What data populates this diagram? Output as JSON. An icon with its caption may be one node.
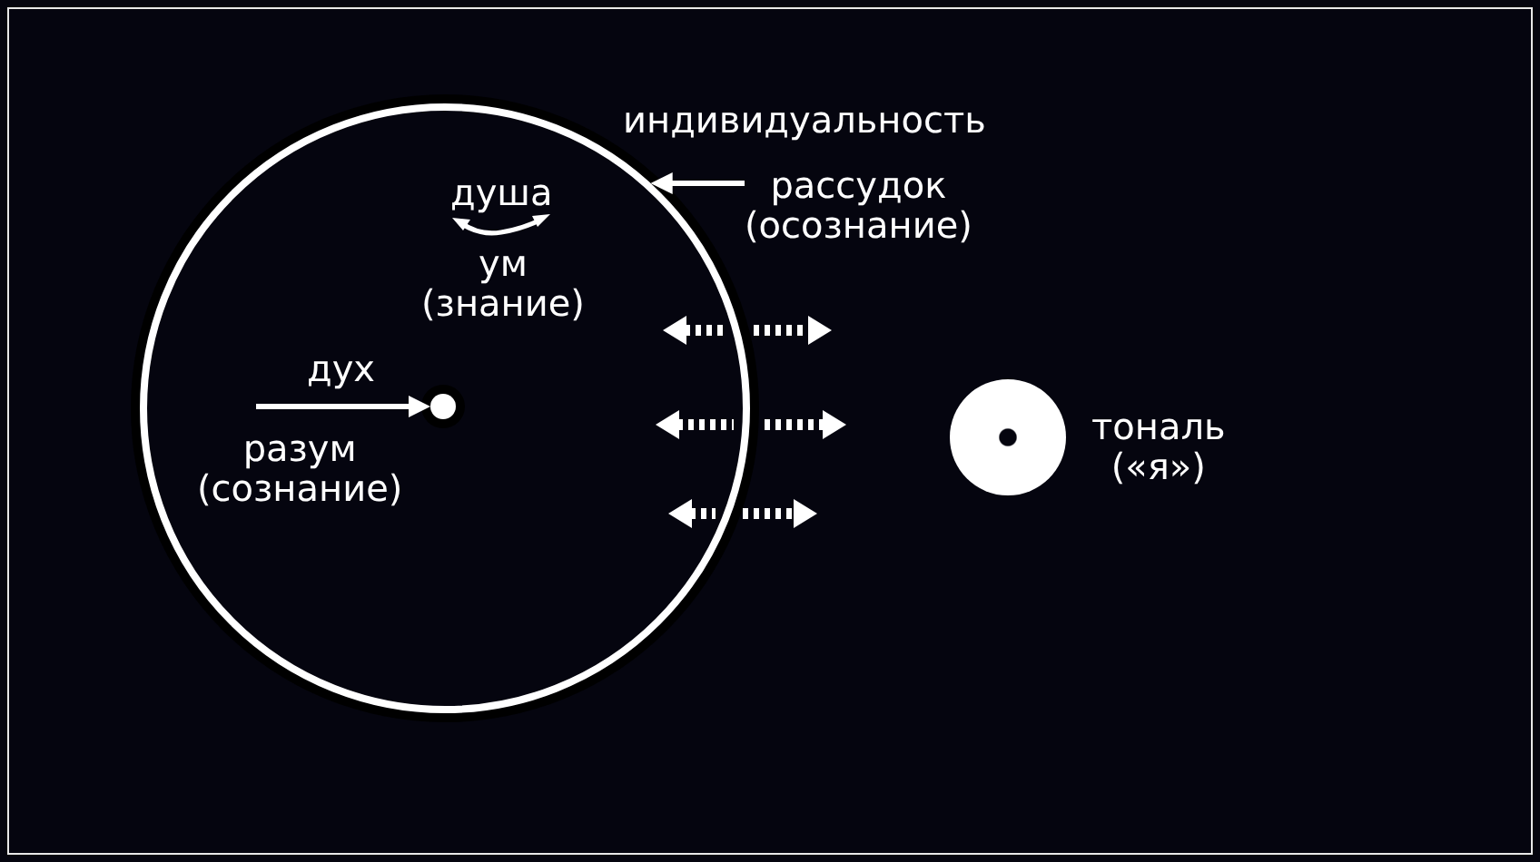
{
  "diagram": {
    "nodes": [
      {
        "text": [],
        "shape": "circle",
        "beside": [
          "индивидуальность"
        ]
      },
      {
        "text": [
          "рассудок (осознание)"
        ]
      },
      {
        "text": [],
        "shape": "circle",
        "in": 0,
        "beside": [
          "разум (сознание)"
        ]
      },
      {
        "text": [],
        "shape": "circle",
        "beside": [
          "тональ («я»)"
        ]
      }
    ],
    "edges": [
      {
        "from": null,
        "to": 2,
        "arrow": "to",
        "label": "дух"
      },
      {
        "from": 1,
        "to": 0,
        "arrow": "to"
      }
    ],
    "labels": [
      "душа",
      "ум (знание)"
    ]
  }
}
